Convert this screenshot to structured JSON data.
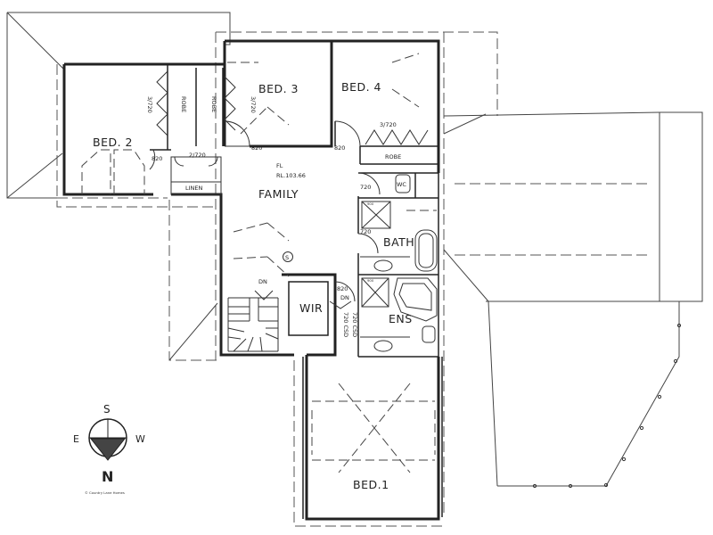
{
  "rooms": {
    "bed3": "BED. 3",
    "bed4": "BED. 4",
    "bed2": "BED. 2",
    "family": "FAMILY",
    "bath": "BATH",
    "wir": "WIR",
    "ens": "ENS",
    "bed1": "BED.1"
  },
  "labels": {
    "robe": "ROBE",
    "linen": "LINEN",
    "fl": "FL",
    "rl": "RL.103.66",
    "door_820": "820",
    "door_720": "720",
    "door_3x720": "3/720",
    "door_2x720": "2/720",
    "slider_720": "720 CSD",
    "dn": "DN",
    "wc": "WC",
    "shower": "900",
    "smoke": "S"
  },
  "compass": {
    "north": "N",
    "south": "S",
    "east": "E",
    "west": "W"
  },
  "copyright": "© Country Lane Homes"
}
